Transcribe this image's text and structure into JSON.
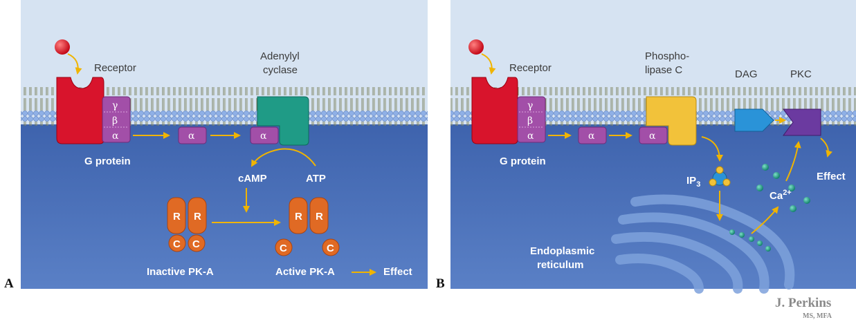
{
  "panel_a": {
    "letter": "A",
    "receptor": "Receptor",
    "enzyme_line1": "Adenylyl",
    "enzyme_line2": "cyclase",
    "g_protein": "G protein",
    "gamma": "γ",
    "beta": "β",
    "alpha": "α",
    "camp": "cAMP",
    "atp": "ATP",
    "r": "R",
    "c": "C",
    "inactive": "Inactive PK-A",
    "active": "Active PK-A",
    "effect": "Effect"
  },
  "panel_b": {
    "letter": "B",
    "receptor": "Receptor",
    "enzyme_line1": "Phospho-",
    "enzyme_line2": "lipase C",
    "dag": "DAG",
    "pkc": "PKC",
    "g_protein": "G protein",
    "gamma": "γ",
    "beta": "β",
    "alpha": "α",
    "ip3": "IP",
    "ip3_sub": "3",
    "ca": "Ca",
    "ca_sup": "2+",
    "effect": "Effect",
    "er_line1": "Endoplasmic",
    "er_line2": "reticulum"
  },
  "signature": {
    "name": "J. Perkins",
    "credentials": "MS, MFA"
  },
  "colors": {
    "sky": "#d6e3f2",
    "cytoplasm": "#4f74bd",
    "receptor": "#d8142c",
    "g_protein": "#a24fa8",
    "adenylyl_cyclase": "#1f9b86",
    "phospholipase_c": "#f2c23a",
    "dag": "#2a93d8",
    "pkc": "#6b3aa0",
    "pka": "#e06a24",
    "calcium": "#1aa18a",
    "arrow": "#f0b400"
  }
}
